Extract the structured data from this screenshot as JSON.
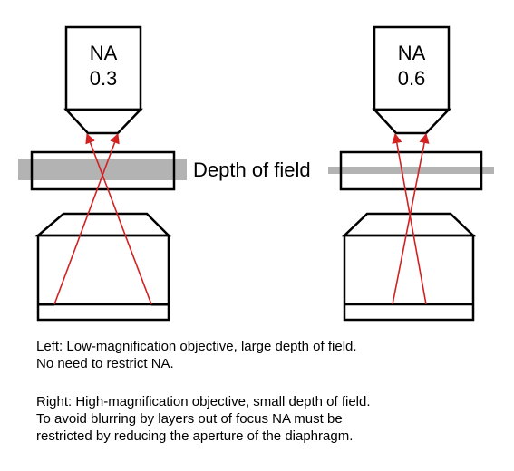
{
  "left_objective": {
    "na_label": "NA",
    "na_value": "0.3"
  },
  "right_objective": {
    "na_label": "NA",
    "na_value": "0.6"
  },
  "depth_label": "Depth of field",
  "colors": {
    "ray": "#d32020",
    "depth_band": "#b3b3b3",
    "outline": "#000000"
  },
  "captions": {
    "left_line1": "Left: Low-magnification objective, large depth of field.",
    "left_line2": "No need to restrict NA.",
    "right_line1": "Right: High-magnification objective, small depth of field.",
    "right_line2": "To avoid blurring by layers out of focus NA must be",
    "right_line3": "restricted by reducing the aperture of the diaphragm."
  }
}
